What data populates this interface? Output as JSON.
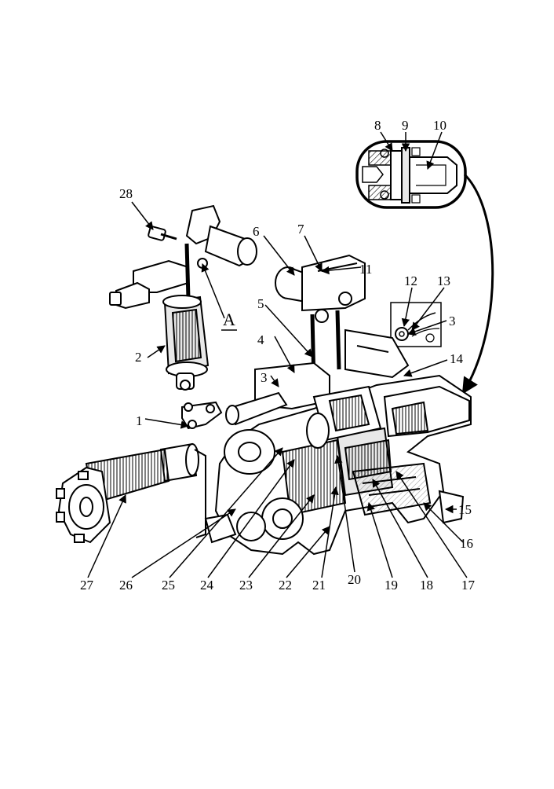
{
  "callouts": {
    "c1": "1",
    "c2": "2",
    "c3": "3",
    "c3b": "3",
    "c4": "4",
    "c5": "5",
    "c6": "6",
    "c7": "7",
    "c8": "8",
    "c9": "9",
    "c10": "10",
    "c11": "11",
    "c12": "12",
    "c13": "13",
    "c14": "14",
    "c15": "15",
    "c16": "16",
    "c17": "17",
    "c18": "18",
    "c19": "19",
    "c20": "20",
    "c21": "21",
    "c22": "22",
    "c23": "23",
    "c24": "24",
    "c25": "25",
    "c26": "26",
    "c27": "27",
    "c28": "28"
  },
  "view_marker": "A",
  "colors": {
    "ink": "#000000",
    "paper": "#ffffff",
    "shade": "#e8e8e8"
  }
}
